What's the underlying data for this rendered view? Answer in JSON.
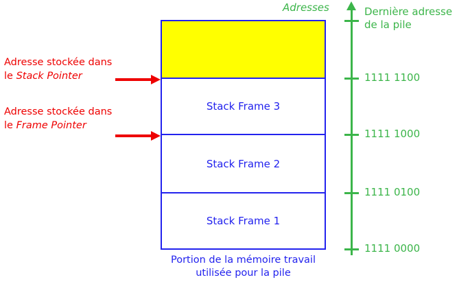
{
  "diagram": {
    "title_axis": "Adresses",
    "annotations": [
      {
        "id": "stack-pointer",
        "line1": "Adresse stockée dans",
        "line2_prefix": "le ",
        "line2_em": "Stack Pointer"
      },
      {
        "id": "frame-pointer",
        "line1": "Adresse stockée dans",
        "line2_prefix": "le ",
        "line2_em": "Frame Pointer"
      }
    ],
    "stack_cells": [
      {
        "id": "free-space",
        "label": "",
        "fill": "#ffff00"
      },
      {
        "id": "stack-frame-3",
        "label": "Stack Frame 3",
        "fill": "#ffffff"
      },
      {
        "id": "stack-frame-2",
        "label": "Stack Frame 2",
        "fill": "#ffffff"
      },
      {
        "id": "stack-frame-1",
        "label": "Stack Frame 1",
        "fill": "#ffffff"
      }
    ],
    "caption": {
      "line1": "Portion de la mémoire travail",
      "line2": "utilisée pour la pile"
    },
    "axis_ticks": [
      {
        "id": "tick-top",
        "label_line1": "Dernière adresse",
        "label_line2": "de la pile"
      },
      {
        "id": "tick-1111-1100",
        "label_line1": "1111 1100",
        "label_line2": ""
      },
      {
        "id": "tick-1111-1000",
        "label_line1": "1111 1000",
        "label_line2": ""
      },
      {
        "id": "tick-1111-0100",
        "label_line1": "1111 0100",
        "label_line2": ""
      },
      {
        "id": "tick-1111-0000",
        "label_line1": "1111 0000",
        "label_line2": ""
      }
    ],
    "colors": {
      "annotation_red": "#ee0000",
      "box_blue": "#2222ee",
      "free_yellow": "#ffff00",
      "axis_green": "#3cb54a",
      "background": "#ffffff"
    }
  }
}
